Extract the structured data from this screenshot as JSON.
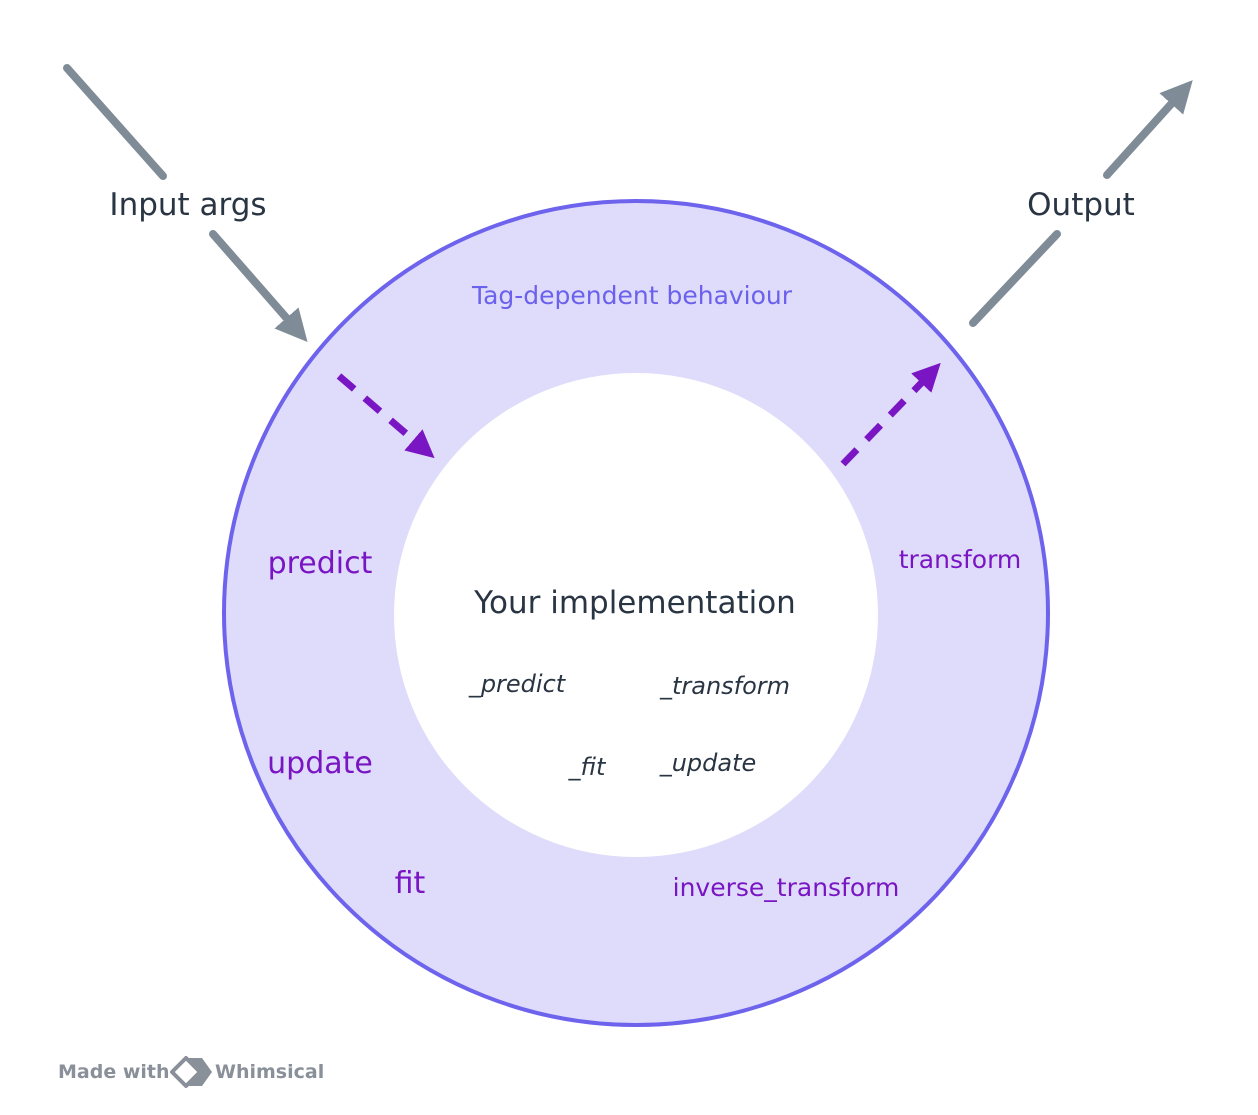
{
  "colors": {
    "ring_fill": "#dedcfa",
    "ring_stroke": "#6e63ec",
    "inner_fill": "#ffffff",
    "method_text": "#7a15c4",
    "tag_text": "#6c61ec",
    "label_text": "#2a3544",
    "gray_arrow": "#7f8b96",
    "purple_arrow": "#7a15c4",
    "footer_text": "#8a9099"
  },
  "labels": {
    "input": "Input args",
    "output": "Output",
    "tag_behaviour": "Tag-dependent behaviour"
  },
  "public_methods": {
    "predict": "predict",
    "update": "update",
    "fit": "fit",
    "transform": "transform",
    "inverse_transform": "inverse_transform"
  },
  "implementation": {
    "title": "Your implementation",
    "predict": "_predict",
    "transform": "_transform",
    "fit": "_fit",
    "update": "_update"
  },
  "footer": {
    "made_with": "Made with",
    "brand": "Whimsical"
  },
  "icons": {
    "input_arrow": "arrow-down-right-icon",
    "output_arrow": "arrow-up-right-icon",
    "logo": "whimsical-logo-icon"
  }
}
